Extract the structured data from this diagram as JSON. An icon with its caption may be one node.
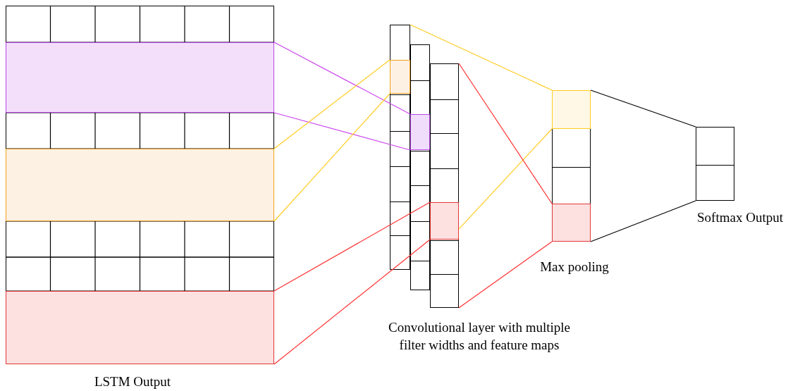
{
  "diagram": {
    "nodes": [
      {
        "text": [],
        "shape": "box",
        "beside": [
          "LSTM Output"
        ]
      },
      {
        "text": [],
        "shape": "box",
        "in": 0
      },
      {
        "text": [],
        "shape": "box",
        "in": 0
      },
      {
        "text": [],
        "shape": "box",
        "in": 0
      },
      {
        "text": [],
        "shape": "box"
      },
      {
        "text": [],
        "shape": "box",
        "in": 4
      },
      {
        "text": [],
        "shape": "box"
      },
      {
        "text": [],
        "shape": "box",
        "in": 6
      },
      {
        "text": [],
        "shape": "box"
      },
      {
        "text": [],
        "shape": "box",
        "in": 8
      },
      {
        "text": [],
        "shape": "box",
        "beside": [
          "Max pooling"
        ]
      },
      {
        "text": [],
        "shape": "box",
        "in": 10
      },
      {
        "text": [],
        "shape": "box",
        "in": 10
      },
      {
        "text": [],
        "shape": "box",
        "beside": [
          "Softmax Output"
        ]
      }
    ],
    "edges": [
      {
        "from": 1,
        "to": 7,
        "arrow": "none",
        "color": "#cc44ee"
      },
      {
        "from": 1,
        "to": 7,
        "arrow": "none",
        "color": "#cc44ee"
      },
      {
        "from": 2,
        "to": 5,
        "arrow": "none",
        "color": "#ffcc22"
      },
      {
        "from": 2,
        "to": 5,
        "arrow": "none",
        "color": "#ffcc22"
      },
      {
        "from": 3,
        "to": 9,
        "arrow": "none",
        "color": "#ff3030"
      },
      {
        "from": 3,
        "to": 9,
        "arrow": "none",
        "color": "#ff3030"
      },
      {
        "from": 4,
        "to": 11,
        "arrow": "none",
        "color": "#ffcc22"
      },
      {
        "from": 9,
        "to": 11,
        "arrow": "none",
        "color": "#ffcc22"
      },
      {
        "from": 8,
        "to": 12,
        "arrow": "none",
        "color": "#ff3030"
      },
      {
        "from": 8,
        "to": 12,
        "arrow": "none",
        "color": "#ff3030"
      },
      {
        "from": 10,
        "to": 13,
        "arrow": "none",
        "color": "#000000"
      },
      {
        "from": 10,
        "to": 13,
        "arrow": "none",
        "color": "#000000"
      }
    ],
    "labels": [
      "Convolutional layer with multiple filter widths and feature maps"
    ]
  }
}
